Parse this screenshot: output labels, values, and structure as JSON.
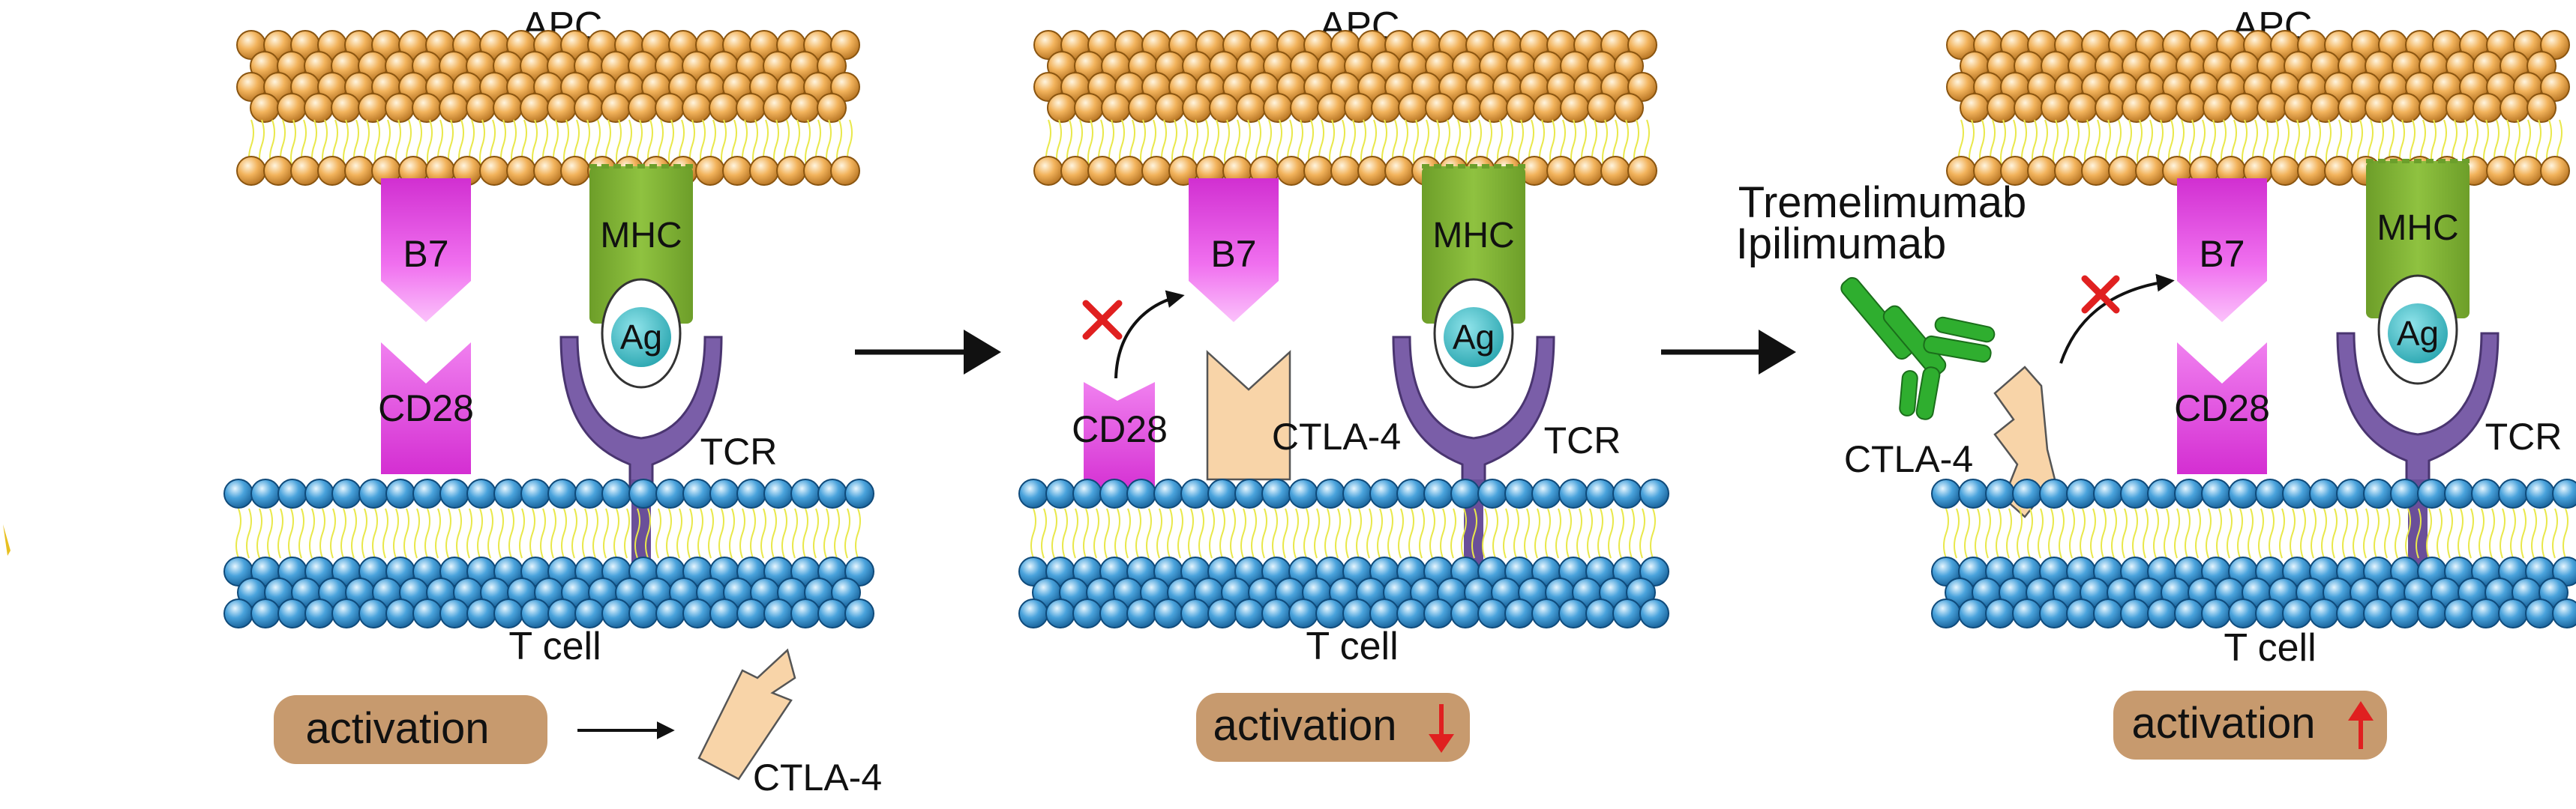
{
  "panels": [
    {
      "apc_label": "APC",
      "tcell_label": "T cell",
      "b7_label": "B7",
      "cd28_label": "CD28",
      "mhc_label": "MHC",
      "ag_label": "Ag",
      "tcr_label": "TCR",
      "activation_label": "activation",
      "ctla4_label": "CTLA-4"
    },
    {
      "apc_label": "APC",
      "tcell_label": "T cell",
      "b7_label": "B7",
      "cd28_label": "CD28",
      "mhc_label": "MHC",
      "ag_label": "Ag",
      "tcr_label": "TCR",
      "activation_label": "activation",
      "ctla4_label": "CTLA-4",
      "activation_change": "down"
    },
    {
      "apc_label": "APC",
      "tcell_label": "T cell",
      "b7_label": "B7",
      "cd28_label": "CD28",
      "mhc_label": "MHC",
      "ag_label": "Ag",
      "tcr_label": "TCR",
      "activation_label": "activation",
      "ctla4_label": "CTLA-4",
      "activation_change": "up",
      "drug_label_1": "Tremelimumab",
      "drug_label_2": "Ipilimumab"
    }
  ],
  "colors": {
    "apc_lipid_head": "#f2b35c",
    "tcell_lipid_head": "#4aa3dc",
    "lipid_tail": "#e9e84a",
    "b7_cd28": "#e040d8",
    "mhc": "#86b83a",
    "antigen": "#45c0c8",
    "tcr": "#7a5ea8",
    "ctla4": "#f8d4a8",
    "antibody": "#2fae2f",
    "activation_box": "#c79a6e",
    "blocked_x": "#e02020",
    "down_arrow": "#e02020",
    "up_arrow": "#e02020"
  },
  "icons": {
    "transition_arrow": "right-arrow-icon",
    "blocked_marker": "x-mark-icon",
    "down_indicator": "down-arrow-icon",
    "up_indicator": "up-arrow-icon"
  }
}
